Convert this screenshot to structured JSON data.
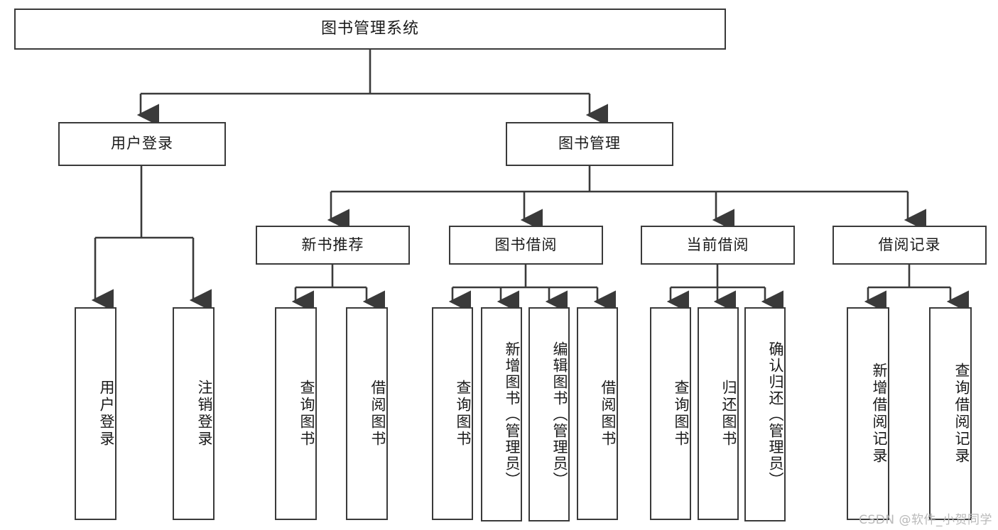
{
  "diagram": {
    "title": "图书管理系统",
    "type": "tree-hierarchy",
    "root": {
      "id": "root",
      "label": "图书管理系统"
    },
    "level2": [
      {
        "id": "user-login",
        "label": "用户登录"
      },
      {
        "id": "book-management",
        "label": "图书管理"
      }
    ],
    "level3": [
      {
        "id": "new-book-recommend",
        "label": "新书推荐",
        "parent": "book-management"
      },
      {
        "id": "book-borrow",
        "label": "图书借阅",
        "parent": "book-management"
      },
      {
        "id": "current-borrow",
        "label": "当前借阅",
        "parent": "book-management"
      },
      {
        "id": "borrow-record",
        "label": "借阅记录",
        "parent": "book-management"
      }
    ],
    "leaves": {
      "user_login": [
        {
          "id": "leaf-user-login",
          "label": "用户登录"
        },
        {
          "id": "leaf-logout",
          "label": "注销登录"
        }
      ],
      "new_book_recommend": [
        {
          "id": "leaf-query-book-1",
          "label": "查询图书"
        },
        {
          "id": "leaf-borrow-book-1",
          "label": "借阅图书"
        }
      ],
      "book_borrow": [
        {
          "id": "leaf-query-book-2",
          "label": "查询图书"
        },
        {
          "id": "leaf-add-book",
          "label": "新增图书（管理员）"
        },
        {
          "id": "leaf-edit-book",
          "label": "编辑图书（管理员）"
        },
        {
          "id": "leaf-borrow-book-2",
          "label": "借阅图书"
        }
      ],
      "current_borrow": [
        {
          "id": "leaf-query-book-3",
          "label": "查询图书"
        },
        {
          "id": "leaf-return-book",
          "label": "归还图书"
        },
        {
          "id": "leaf-confirm-return",
          "label": "确认归还（管理员）"
        }
      ],
      "borrow_record": [
        {
          "id": "leaf-add-record",
          "label": "新增借阅记录"
        },
        {
          "id": "leaf-query-record",
          "label": "查询借阅记录"
        }
      ]
    }
  },
  "watermark": {
    "text": "CSDN @软件_小贺同学"
  },
  "colors": {
    "border": "#3a3a3a",
    "background": "#ffffff",
    "text": "#1a1a1a",
    "watermark": "#b9b9b9"
  }
}
